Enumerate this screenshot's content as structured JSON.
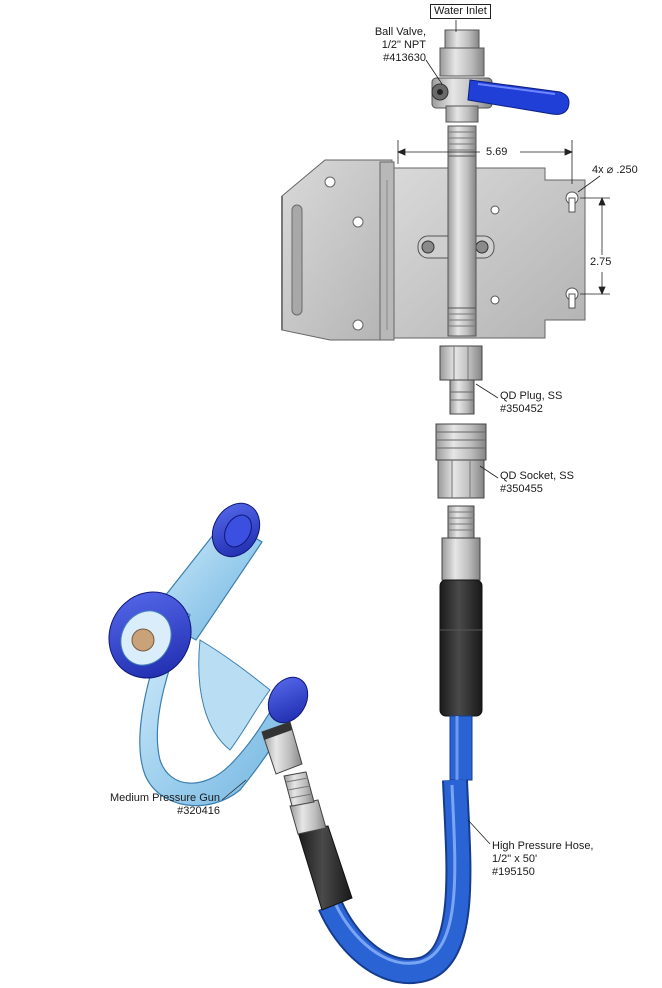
{
  "labels": {
    "water_inlet": "Water Inlet",
    "ball_valve": {
      "line1": "Ball Valve,",
      "line2": "1/2\" NPT",
      "line3": "#413630"
    },
    "qd_plug": {
      "line1": "QD Plug, SS",
      "line2": "#350452"
    },
    "qd_socket": {
      "line1": "QD Socket, SS",
      "line2": "#350455"
    },
    "gun": {
      "line1": "Medium Pressure Gun",
      "line2": "#320416"
    },
    "hose": {
      "line1": "High Pressure Hose,",
      "line2": "1/2\" x 50'",
      "line3": "#195150"
    }
  },
  "dimensions": {
    "width": "5.69",
    "height": "2.75",
    "holes": "4x ⌀ .250"
  },
  "colors": {
    "steel": "#c9c9c9",
    "steel_dark": "#8d8d8d",
    "handle_blue": "#1f3fd6",
    "hose_blue": "#2a63d4",
    "hose_black": "#2b2b2b",
    "gun_body": "#9fd0ee",
    "gun_cap": "#2437c8"
  }
}
